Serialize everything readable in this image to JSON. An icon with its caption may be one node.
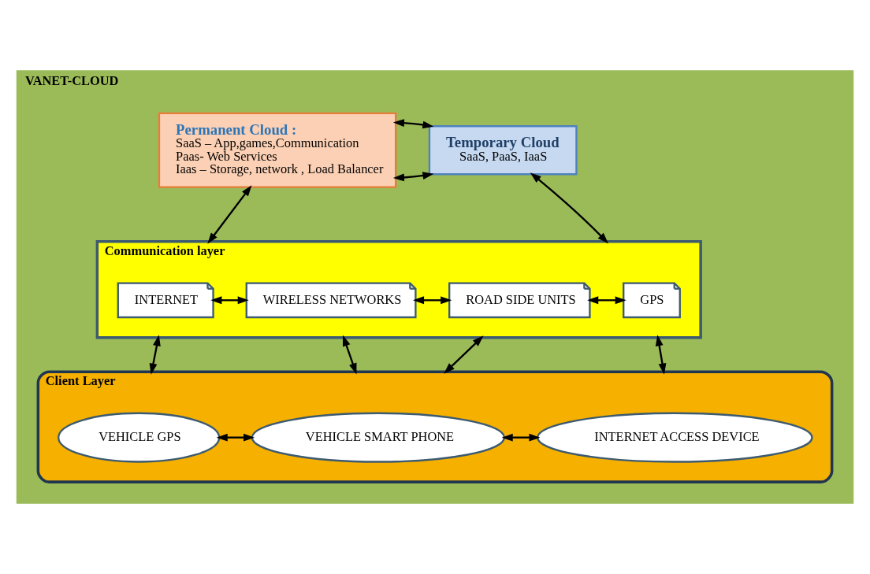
{
  "diagram": {
    "nodes": [
      {
        "text": [
          "VANET-CLOUD"
        ]
      },
      {
        "text": [
          "Permanent Cloud :",
          "SaaS – App,games,Communication",
          "Paas- Web Services",
          "Iaas – Storage, network , Load Balancer"
        ],
        "in": 0
      },
      {
        "text": [
          "Temporary Cloud",
          "SaaS, PaaS, IaaS"
        ],
        "in": 0
      },
      {
        "text": [
          "Communication layer"
        ],
        "in": 0
      },
      {
        "text": [
          "INTERNET"
        ],
        "in": 3
      },
      {
        "text": [
          "WIRELESS NETWORKS"
        ],
        "in": 3
      },
      {
        "text": [
          "ROAD SIDE UNITS"
        ],
        "in": 3
      },
      {
        "text": [
          "GPS"
        ],
        "in": 3
      },
      {
        "text": [
          "Client Layer"
        ],
        "in": 0
      },
      {
        "text": [
          "VEHICLE GPS"
        ],
        "in": 8
      },
      {
        "text": [
          "VEHICLE SMART PHONE"
        ],
        "in": 8
      },
      {
        "text": [
          "INTERNET ACCESS DEVICE"
        ],
        "in": 8
      }
    ],
    "edges": [
      {
        "from": 1,
        "to": 2,
        "arrow": "both"
      },
      {
        "from": 1,
        "to": 2,
        "arrow": "both"
      },
      {
        "from": 1,
        "to": 3,
        "arrow": "both"
      },
      {
        "from": 2,
        "to": 3,
        "arrow": "both"
      },
      {
        "from": 4,
        "to": 5,
        "arrow": "both"
      },
      {
        "from": 5,
        "to": 6,
        "arrow": "both"
      },
      {
        "from": 6,
        "to": 7,
        "arrow": "both"
      },
      {
        "from": 3,
        "to": 8,
        "arrow": "both"
      },
      {
        "from": 3,
        "to": 8,
        "arrow": "both"
      },
      {
        "from": 3,
        "to": 8,
        "arrow": "both"
      },
      {
        "from": 3,
        "to": 8,
        "arrow": "both"
      },
      {
        "from": 9,
        "to": 10,
        "arrow": "both"
      },
      {
        "from": 10,
        "to": 11,
        "arrow": "both"
      }
    ]
  }
}
